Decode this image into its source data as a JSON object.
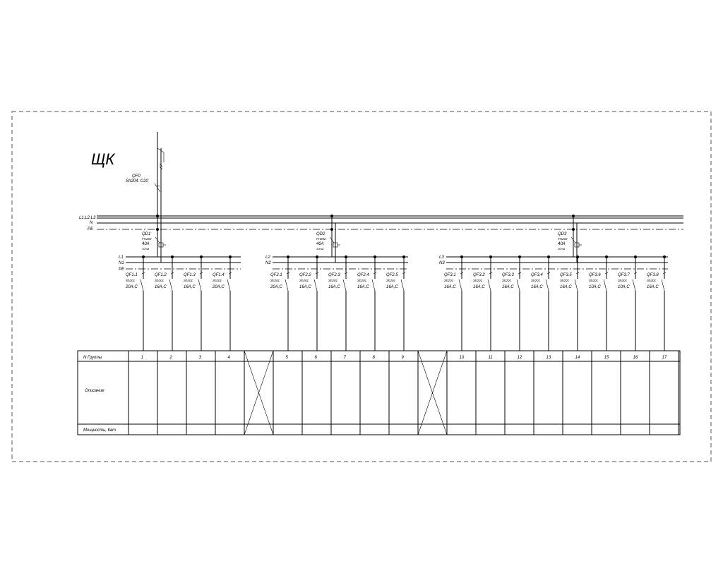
{
  "panel": {
    "title": "ЩК"
  },
  "main_breaker": {
    "name": "QF0",
    "spec": "Sh204. C20"
  },
  "main_bus_labels": [
    "L1,L2,L3",
    "N",
    "PE"
  ],
  "groups": [
    {
      "rcd": {
        "name": "QD1",
        "model": "FH202",
        "rating": "40A",
        "leak": "30mA"
      },
      "bus_labels": [
        "L1",
        "N1",
        "PE"
      ],
      "breakers": [
        {
          "name": "QF1.1",
          "model": "Sh201",
          "rating": "20A,C",
          "num": "1"
        },
        {
          "name": "QF1.2",
          "model": "Sh201",
          "rating": "16A,C",
          "num": "2"
        },
        {
          "name": "QF1.3",
          "model": "Sh201",
          "rating": "16A,C",
          "num": "3"
        },
        {
          "name": "QF1.4",
          "model": "Sh201",
          "rating": "20A,C",
          "num": "4"
        }
      ]
    },
    {
      "rcd": {
        "name": "QD2",
        "model": "FH202",
        "rating": "40A",
        "leak": "30mA"
      },
      "bus_labels": [
        "L2",
        "N2"
      ],
      "breakers": [
        {
          "name": "QF2.1",
          "model": "Sh201",
          "rating": "20A,C",
          "num": "5"
        },
        {
          "name": "QF2.2",
          "model": "Sh201",
          "rating": "16A,C",
          "num": "6"
        },
        {
          "name": "QF2.3",
          "model": "Sh201",
          "rating": "16A,C",
          "num": "7"
        },
        {
          "name": "QF2.4",
          "model": "Sh201",
          "rating": "16A,C",
          "num": "8"
        },
        {
          "name": "QF2.5",
          "model": "Sh201",
          "rating": "16A,C",
          "num": "9"
        }
      ]
    },
    {
      "rcd": {
        "name": "QD3",
        "model": "FH202",
        "rating": "40A",
        "leak": "30mA"
      },
      "bus_labels": [
        "L3",
        "N3"
      ],
      "breakers": [
        {
          "name": "QF3.1",
          "model": "Sh201",
          "rating": "16A,C",
          "num": "10"
        },
        {
          "name": "QF3.2",
          "model": "Sh201",
          "rating": "16A,C",
          "num": "11"
        },
        {
          "name": "QF3.3",
          "model": "Sh201",
          "rating": "16A,C",
          "num": "12"
        },
        {
          "name": "QF3.4",
          "model": "Sh201",
          "rating": "16A,C",
          "num": "13"
        },
        {
          "name": "QF3.5",
          "model": "Sh201",
          "rating": "16A,C",
          "num": "14"
        },
        {
          "name": "QF3.6",
          "model": "Sh201",
          "rating": "10A,C",
          "num": "15"
        },
        {
          "name": "QF3.7",
          "model": "Sh201",
          "rating": "10A,C",
          "num": "16"
        },
        {
          "name": "QF3.8",
          "model": "Sh201",
          "rating": "16A,C",
          "num": "17"
        }
      ]
    }
  ],
  "table": {
    "row_group": "N Группы",
    "row_description": "Описание",
    "row_power": "Мощность, Квт"
  }
}
